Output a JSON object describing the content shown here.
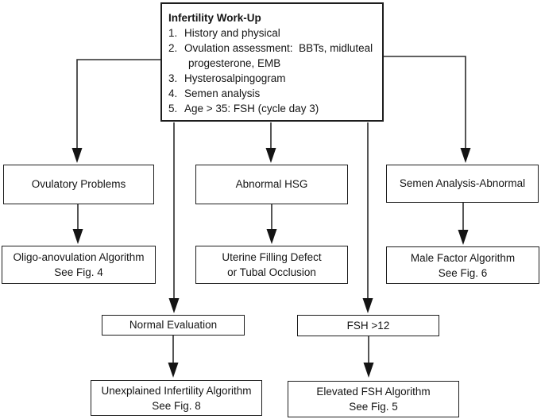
{
  "flowchart": {
    "work_up": {
      "title": "Infertility Work-Up",
      "steps": [
        {
          "num": "1.",
          "lines": [
            "History and physical"
          ]
        },
        {
          "num": "2.",
          "lines": [
            "Ovulation assessment:  BBTs, midluteal",
            "progesterone, EMB"
          ]
        },
        {
          "num": "3.",
          "lines": [
            "Hysterosalpingogram"
          ]
        },
        {
          "num": "4.",
          "lines": [
            "Semen analysis"
          ]
        },
        {
          "num": "5.",
          "lines": [
            "Age > 35: FSH (cycle day 3)"
          ]
        }
      ]
    },
    "branches": {
      "ovulatory": {
        "label": "Ovulatory Problems"
      },
      "hsg": {
        "label": "Abnormal HSG"
      },
      "semen": {
        "label": "Semen Analysis-Abnormal"
      },
      "oligo": {
        "lines": [
          "Oligo-anovulation Algorithm",
          "See Fig. 4"
        ]
      },
      "uterine": {
        "lines": [
          "Uterine Filling Defect",
          "or Tubal Occlusion"
        ]
      },
      "male": {
        "lines": [
          "Male Factor Algorithm",
          "See Fig. 6"
        ]
      },
      "normal": {
        "label": "Normal Evaluation"
      },
      "fsh": {
        "label": "FSH >12"
      },
      "unexplained": {
        "lines": [
          "Unexplained Infertility Algorithm",
          "See Fig. 8"
        ]
      },
      "elevated": {
        "lines": [
          "Elevated FSH Algorithm",
          "See Fig. 5"
        ]
      }
    },
    "colors": {
      "ink": "#151515",
      "line": "#2b2b2b",
      "arrow": "#141414",
      "background": "#ffffff"
    }
  }
}
